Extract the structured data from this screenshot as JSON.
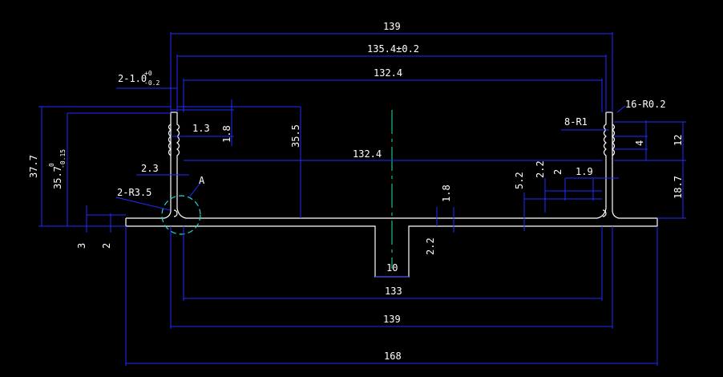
{
  "dimensions": {
    "width_139_top": "139",
    "inner_135_4": "135.4±0.2",
    "inner_132_4_top": "132.4",
    "slot_width": "2-1.0",
    "slot_tol_upper": "+0",
    "slot_tol_lower": "-0.2",
    "fin_pitch": "1.3",
    "fin_depth": "1.8",
    "wall_height": "35.5",
    "inner_132_4_mid": "132.4",
    "left_wall": "2.3",
    "radius_left": "2-R3.5",
    "height_total": "37.7",
    "height_inner": "35.7",
    "height_tol_upper": "0",
    "height_tol_lower": "-0.15",
    "flange_3": "3",
    "flange_2": "2",
    "slot_5_2": "5.2",
    "slot_2_2_right": "2.2",
    "slot_2": "2",
    "slot_1_9": "1.9",
    "groove_1_8": "1.8",
    "groove_2_2": "2.2",
    "radius_r1": "8-R1",
    "radius_r0_2": "16-R0.2",
    "fin_4": "4",
    "fin_12": "12",
    "fin_18_7": "18.7",
    "foot_10": "10",
    "bottom_133": "133",
    "bottom_139": "139",
    "bottom_168": "168",
    "detail_label": "A"
  }
}
